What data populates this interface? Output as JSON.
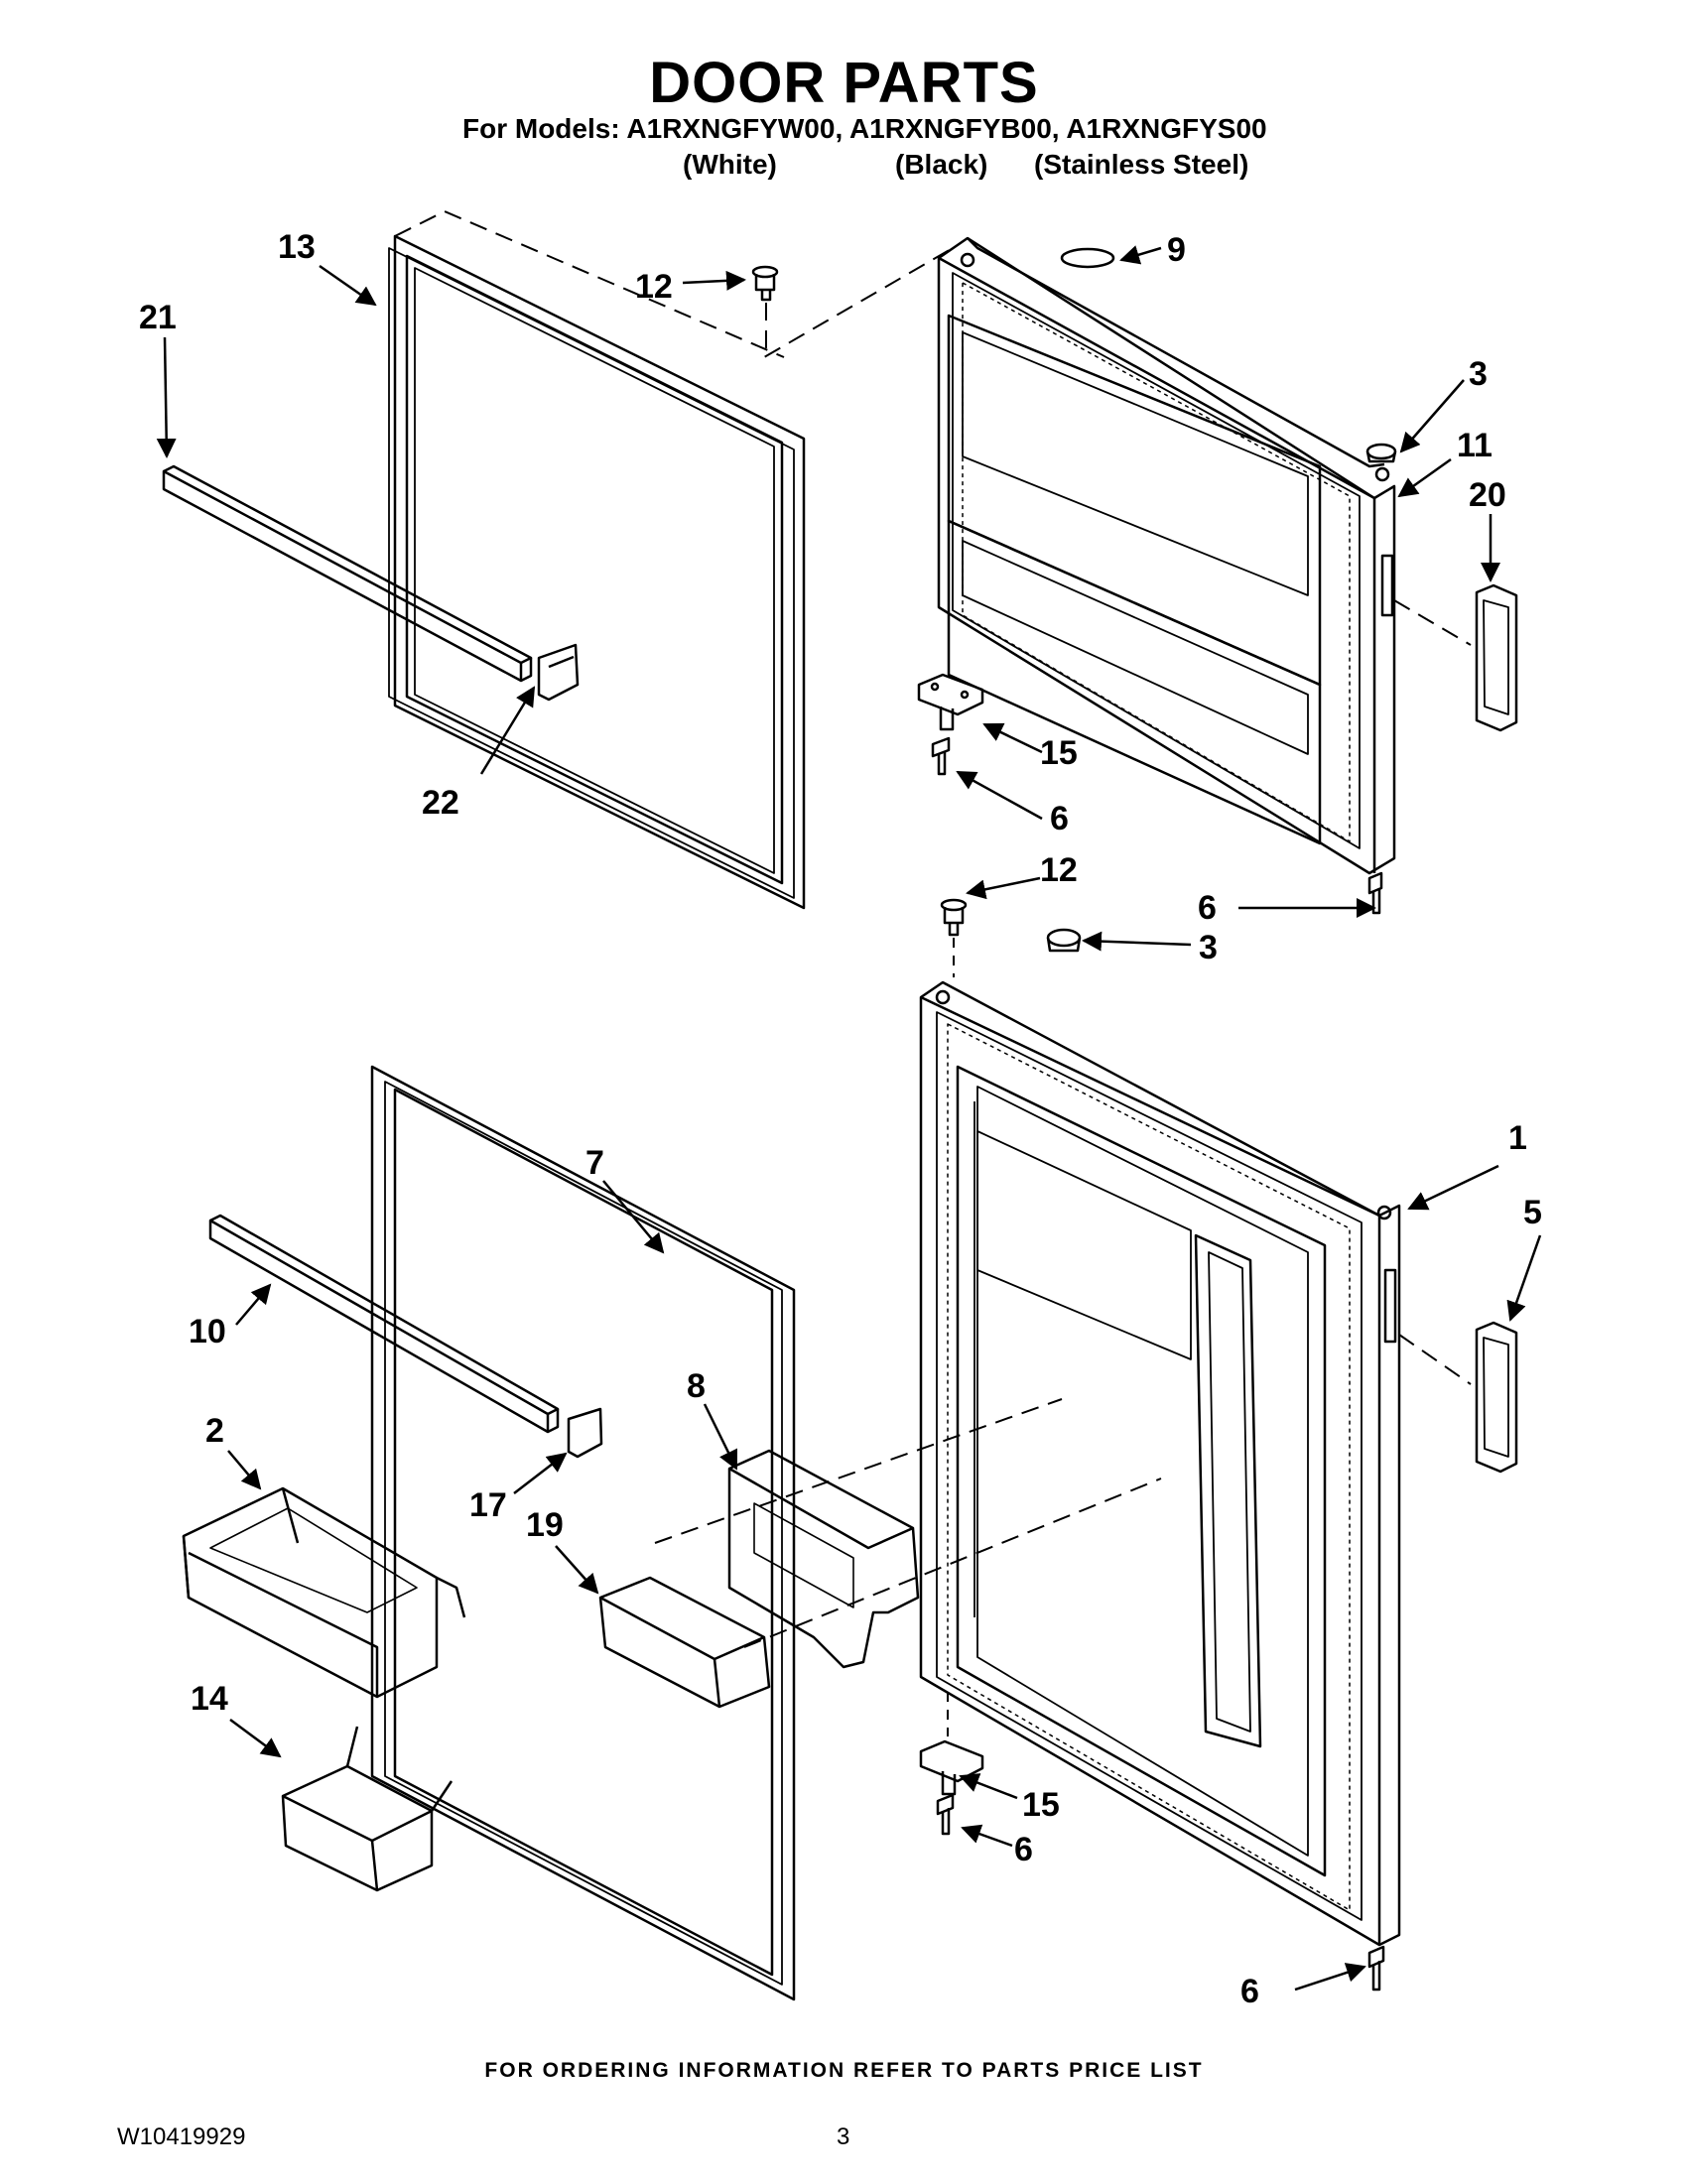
{
  "header": {
    "title": "DOOR PARTS",
    "models_line": "For Models: A1RXNGFYW00, A1RXNGFYB00, A1RXNGFYS00",
    "variants": [
      "(White)",
      "(Black)",
      "(Stainless Steel)"
    ]
  },
  "callouts": [
    "13",
    "21",
    "12",
    "9",
    "3",
    "11",
    "20",
    "22",
    "15",
    "6",
    "12",
    "6",
    "3",
    "1",
    "5",
    "7",
    "8",
    "10",
    "2",
    "17",
    "19",
    "14",
    "15",
    "6",
    "6"
  ],
  "footer": {
    "ordering_note": "FOR ORDERING INFORMATION REFER TO PARTS PRICE LIST",
    "document_number": "W10419929",
    "page_number": "3"
  }
}
